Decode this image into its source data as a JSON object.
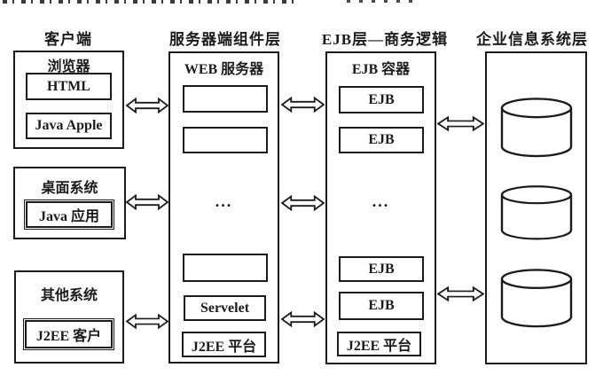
{
  "colors": {
    "ink": "#1b1b1b",
    "paper": "#ffffff"
  },
  "titles": {
    "client": "客户端",
    "server": "服务器端组件层",
    "ejb": "EJB层—商务逻辑",
    "eis": "企业信息系统层"
  },
  "client": {
    "browser": {
      "header": "浏览器",
      "items": [
        "HTML",
        "Java Apple"
      ]
    },
    "desktop": {
      "header": "桌面系统",
      "items": [
        "Java 应用"
      ]
    },
    "other": {
      "header": "其他系统",
      "items": [
        "J2EE 客户"
      ]
    }
  },
  "server": {
    "header": "WEB 服务器",
    "ellipsis": "...",
    "servlet": "Servelet",
    "platform": "J2EE 平台"
  },
  "ejb": {
    "header": "EJB 容器",
    "bean": "EJB",
    "ellipsis": "...",
    "platform": "J2EE 平台"
  },
  "eis": {
    "database_count": "3"
  }
}
